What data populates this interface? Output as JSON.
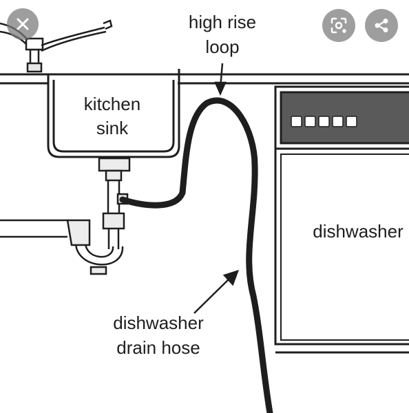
{
  "labels": {
    "high_rise_loop_line1": "high rise",
    "high_rise_loop_line2": "loop",
    "kitchen_sink_line1": "kitchen",
    "kitchen_sink_line2": "sink",
    "dishwasher": "dishwasher",
    "drain_hose_line1": "dishwasher",
    "drain_hose_line2": "drain hose"
  },
  "overlay": {
    "close_icon": "close-icon",
    "lens_icon": "lens-search-icon",
    "share_icon": "share-icon"
  },
  "colors": {
    "line": "#1e1e1e",
    "overlay_button": "#787878"
  }
}
